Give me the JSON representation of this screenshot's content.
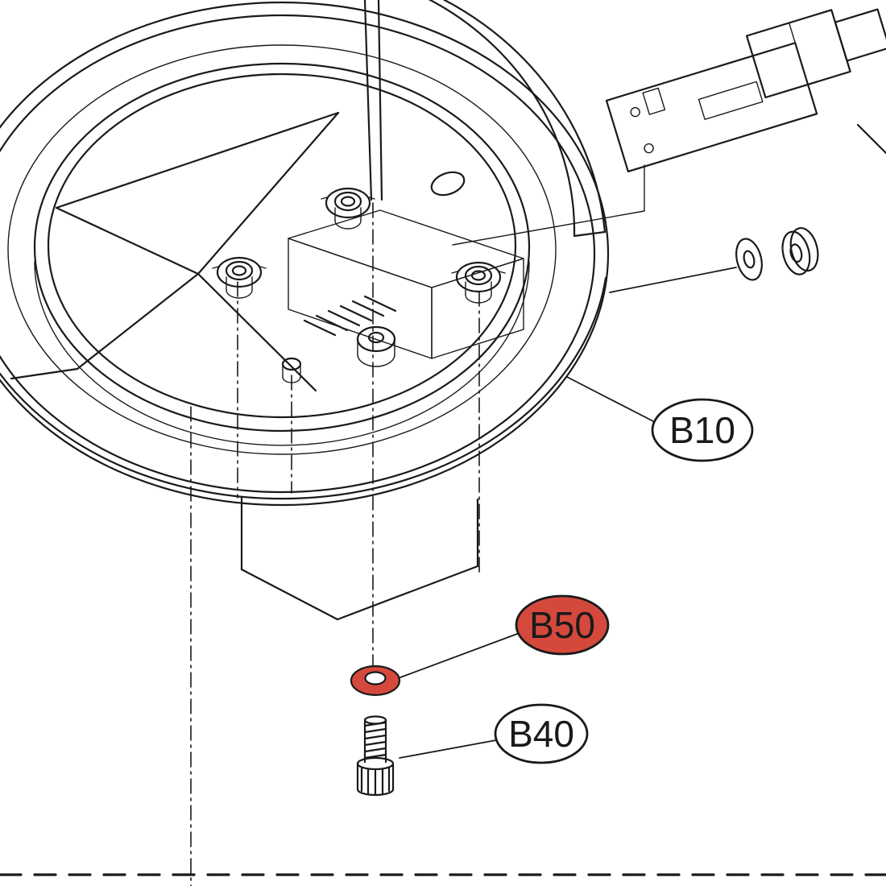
{
  "figure": {
    "type": "exploded-parts-diagram",
    "parts": [
      "outer-ring-assembly",
      "inner-bracket",
      "screw-grommets",
      "pcb-connector-board",
      "washer-and-nut-pair",
      "flat-washer",
      "knurled-screw"
    ],
    "colors": {
      "line": "#1a1a1a",
      "background": "#ffffff",
      "highlight": "#d5493d",
      "callout_fill": "#ffffff"
    },
    "callouts": [
      {
        "id": "b10",
        "label": "B10",
        "highlighted": false
      },
      {
        "id": "b50",
        "label": "B50",
        "highlighted": true
      },
      {
        "id": "b40",
        "label": "B40",
        "highlighted": false
      }
    ]
  }
}
